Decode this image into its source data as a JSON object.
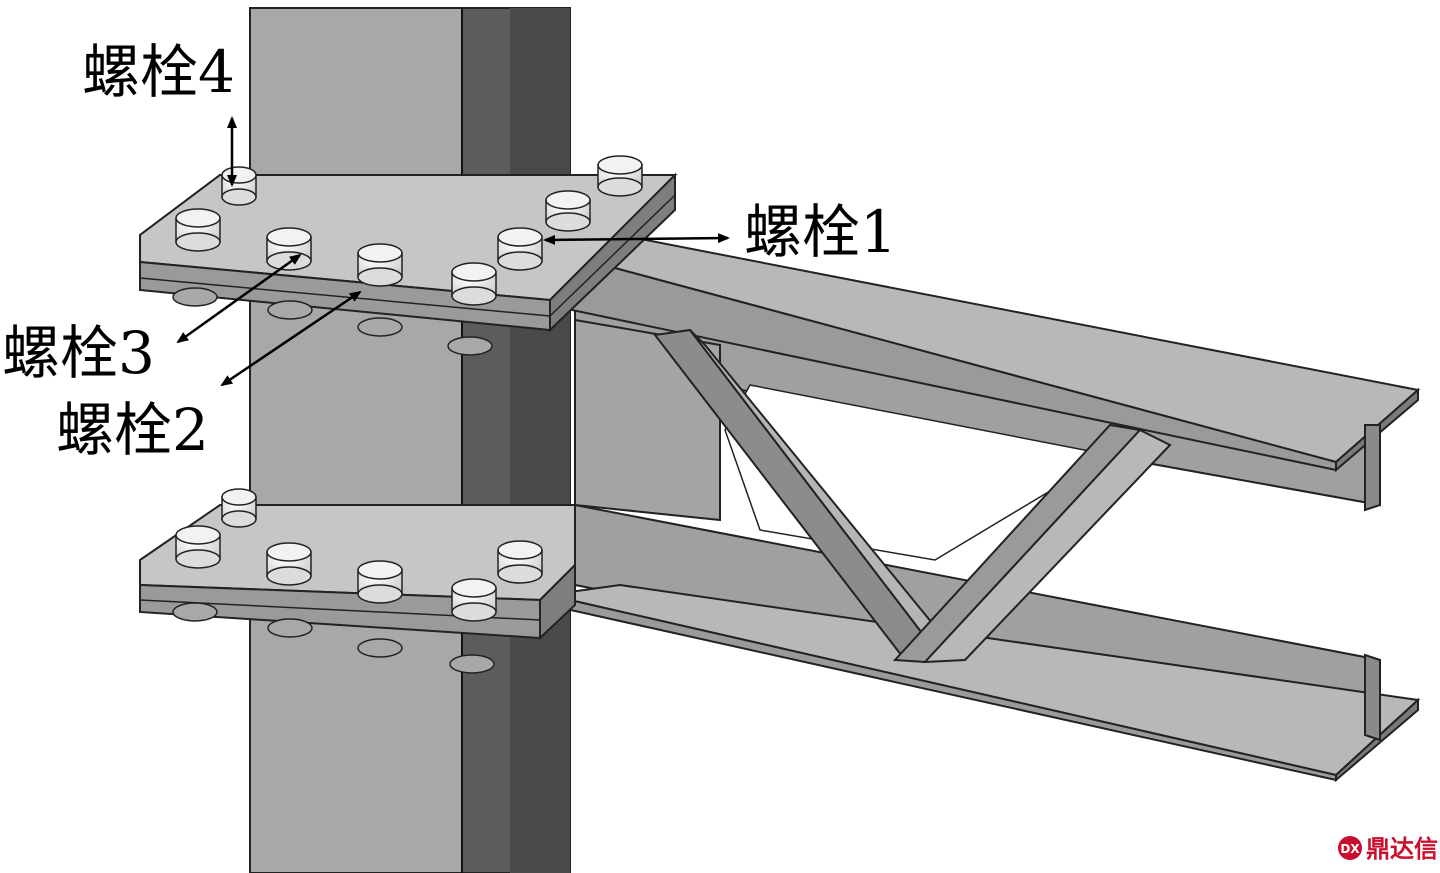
{
  "labels": {
    "bolt1": "螺栓1",
    "bolt2": "螺栓2",
    "bolt3": "螺栓3",
    "bolt4": "螺栓4"
  },
  "watermark": {
    "text": "鼎达信",
    "color": "#c8102e"
  },
  "colors": {
    "column_front": "#a6a6a6",
    "column_side": "#5a5a5a",
    "plate_top": "#c2c2c2",
    "plate_edge": "#8a8a8a",
    "bolt": "#ececec",
    "beam": "#b5b5b5",
    "beam_dark": "#8c8c8c"
  }
}
